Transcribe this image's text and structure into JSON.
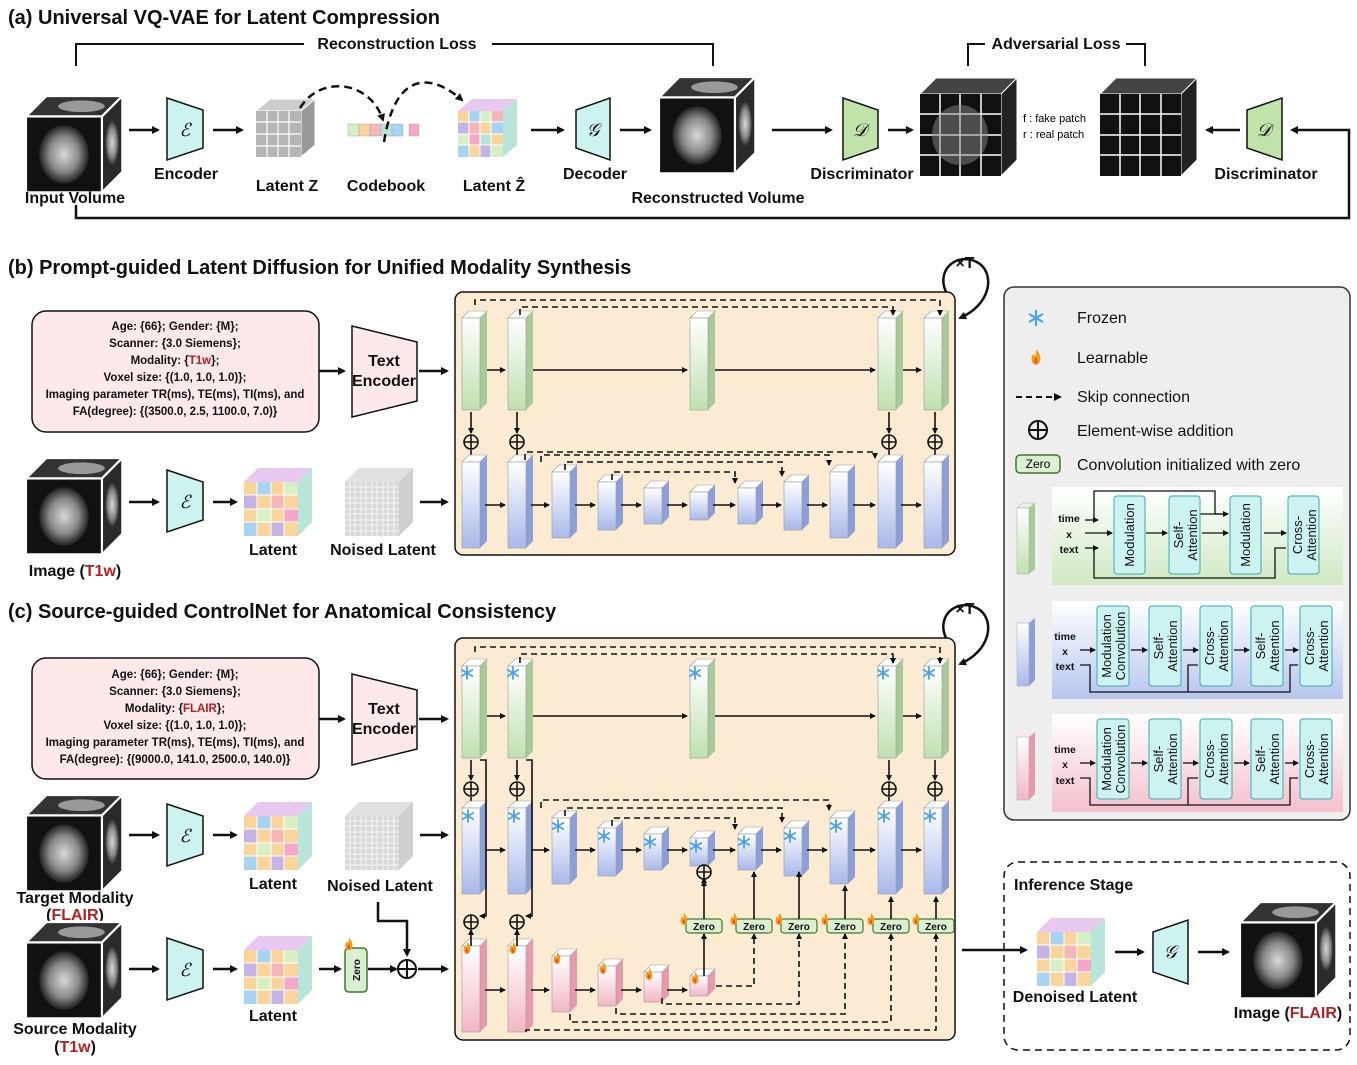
{
  "section_a": {
    "title": "(a) Universal VQ-VAE for Latent Compression",
    "reconstruction_loss": "Reconstruction Loss",
    "adversarial_loss": "Adversarial Loss",
    "input_volume": "Input Volume",
    "encoder": "Encoder",
    "latent_z": "Latent Z",
    "codebook": "Codebook",
    "latent_zhat": "Latent Ẑ",
    "decoder": "Decoder",
    "reconstructed_volume": "Reconstructed Volume",
    "discriminator_1": "Discriminator",
    "discriminator_2": "Discriminator",
    "fake_patch": "f : fake patch",
    "real_patch": "r : real patch",
    "symbol_encoder": "ℰ",
    "symbol_decoder": "𝒢",
    "symbol_disc": "𝒟"
  },
  "section_b": {
    "title": "(b) Prompt-guided Latent Diffusion for Unified Modality Synthesis",
    "times_t": "×T",
    "prompt": {
      "l1": "Age: {66}; Gender: {M};",
      "l2": "Scanner: {3.0 Siemens};",
      "l3_pre": "Modality: {",
      "l3_mod": "T1w",
      "l3_post": "};",
      "l4": "Voxel size: {(1.0, 1.0, 1.0)};",
      "l5": "Imaging parameter TR(ms), TE(ms), TI(ms), and",
      "l6": "FA(degree): {(3500.0, 2.5, 1100.0, 7.0)}"
    },
    "text_encoder_1": "Text",
    "text_encoder_2": "Encoder",
    "image_pre": "Image (",
    "image_mod": "T1w",
    "image_post": ")",
    "latent": "Latent",
    "noised_latent": "Noised Latent"
  },
  "section_c": {
    "title": "(c) Source-guided ControlNet for Anatomical Consistency",
    "times_t": "×T",
    "prompt": {
      "l1": "Age: {66}; Gender: {M};",
      "l2": "Scanner: {3.0 Siemens};",
      "l3_pre": "Modality: {",
      "l3_mod": "FLAIR",
      "l3_post": "};",
      "l4": "Voxel size: {(1.0, 1.0, 1.0)};",
      "l5": "Imaging parameter TR(ms), TE(ms), TI(ms), and",
      "l6": "FA(degree): {(9000.0, 141.0, 2500.0, 140.0)}"
    },
    "text_encoder_1": "Text",
    "text_encoder_2": "Encoder",
    "target_1": "Target Modality",
    "target_mod": "FLAIR",
    "source_1": "Source Modality",
    "source_mod": "T1w",
    "latent_1": "Latent",
    "latent_2": "Latent",
    "noised_latent": "Noised Latent",
    "zero": "Zero"
  },
  "legend": {
    "frozen": "Frozen",
    "learnable": "Learnable",
    "skip": "Skip connection",
    "addition": "Element-wise addition",
    "zero_box": "Zero",
    "zero_desc": "Convolution initialized with zero",
    "time": "time",
    "x": "x",
    "text": "text",
    "modulation": "Modulation",
    "self_attention_1": "Self-",
    "self_attention_2": "Attention",
    "cross_attention_1": "Cross-",
    "cross_attention_2": "Attention",
    "mod_conv_1": "Modulation",
    "mod_conv_2": "Convolution"
  },
  "inference": {
    "title": "Inference Stage",
    "denoised_latent": "Denoised Latent",
    "image_pre": "Image (",
    "image_mod": "FLAIR",
    "image_post": ")"
  },
  "colors": {
    "green": "#dcefd2",
    "blue": "#c9d4f0",
    "pink": "#f7d3dc",
    "peach": "#fcebd3",
    "teal": "#cdf3f0",
    "accent_red": "#b22222"
  }
}
